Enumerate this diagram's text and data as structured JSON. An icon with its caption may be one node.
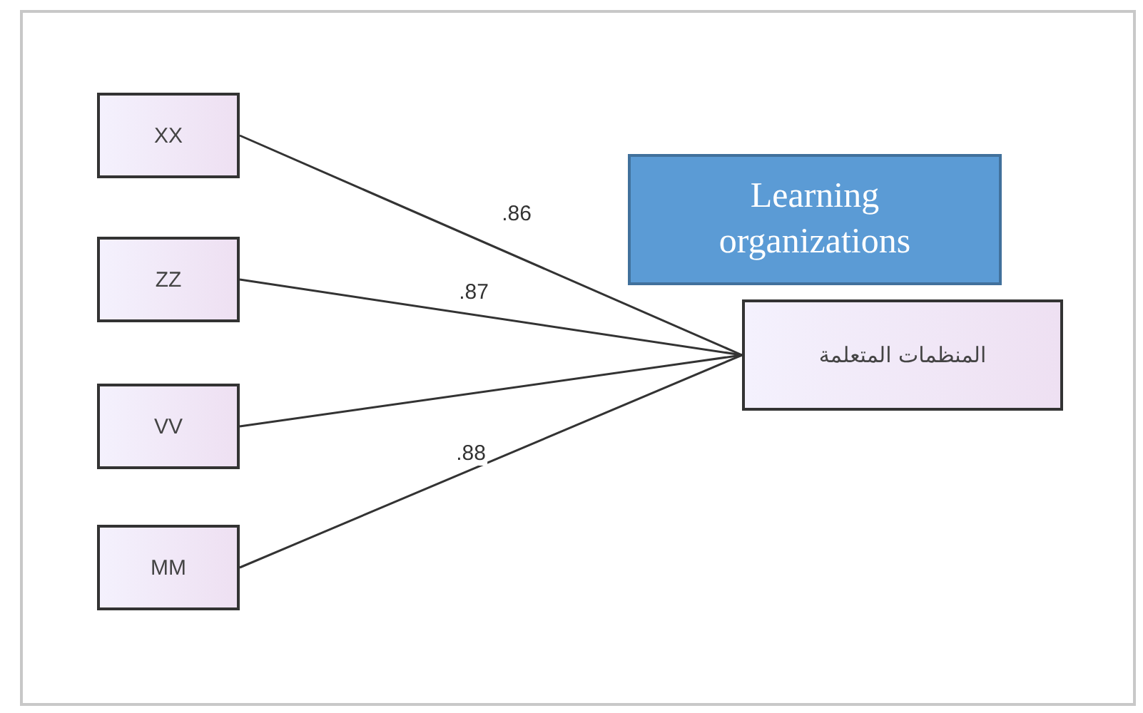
{
  "diagram": {
    "nodes": [
      {
        "text": [
          "XX"
        ]
      },
      {
        "text": [
          "ZZ"
        ]
      },
      {
        "text": [
          "VV"
        ]
      },
      {
        "text": [
          "MM"
        ]
      },
      {
        "text": [
          "المنظمات المتعلمة"
        ]
      },
      {
        "text": [
          "Learning organizations"
        ]
      }
    ],
    "edges": [
      {
        "from": 0,
        "to": 4,
        "arrow": "none",
        "label": ".86"
      },
      {
        "from": 1,
        "to": 4,
        "arrow": "none",
        "label": ".87"
      },
      {
        "from": 2,
        "to": 4,
        "arrow": "none"
      },
      {
        "from": 3,
        "to": 4,
        "arrow": "none",
        "label": ".88"
      }
    ]
  }
}
